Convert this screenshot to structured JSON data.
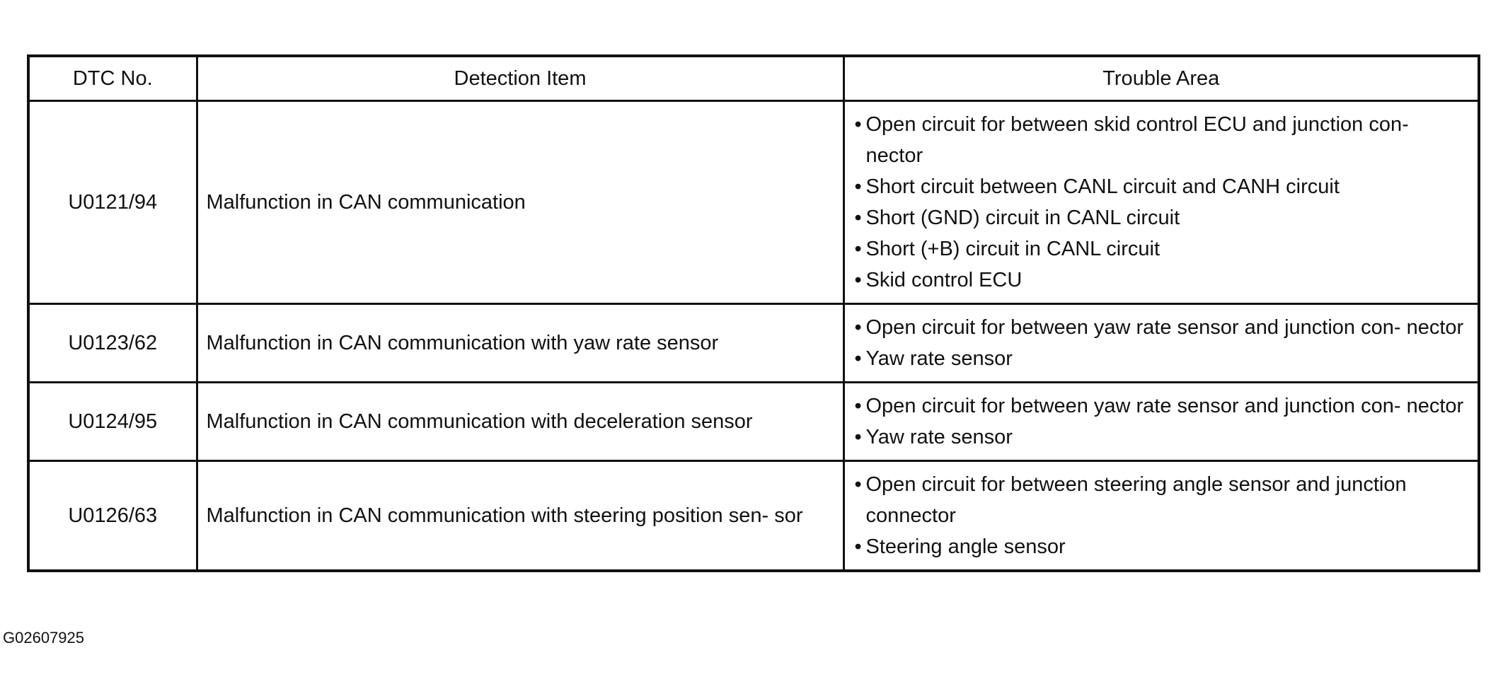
{
  "table": {
    "headers": {
      "dtc": "DTC No.",
      "item": "Detection Item",
      "area": "Trouble Area"
    },
    "rows": [
      {
        "dtc": "U0121/94",
        "item": "Malfunction in CAN communication",
        "area": [
          "Open circuit for between skid control ECU and junction con- nector",
          "Short circuit between CANL circuit and CANH circuit",
          "Short (GND) circuit in CANL circuit",
          "Short (+B) circuit in CANL circuit",
          "Skid control ECU"
        ]
      },
      {
        "dtc": "U0123/62",
        "item": "Malfunction in CAN communication with yaw rate sensor",
        "area": [
          "Open circuit for between yaw rate sensor and junction con- nector",
          "Yaw rate sensor"
        ]
      },
      {
        "dtc": "U0124/95",
        "item": "Malfunction in CAN communication with deceleration sensor",
        "area": [
          "Open circuit for between yaw rate sensor and junction con- nector",
          "Yaw rate sensor"
        ]
      },
      {
        "dtc": "U0126/63",
        "item": "Malfunction in CAN communication with steering position sen- sor",
        "area": [
          "Open circuit for between steering angle sensor and junction connector",
          "Steering angle sensor"
        ]
      }
    ]
  },
  "figure_id": "G02607925"
}
